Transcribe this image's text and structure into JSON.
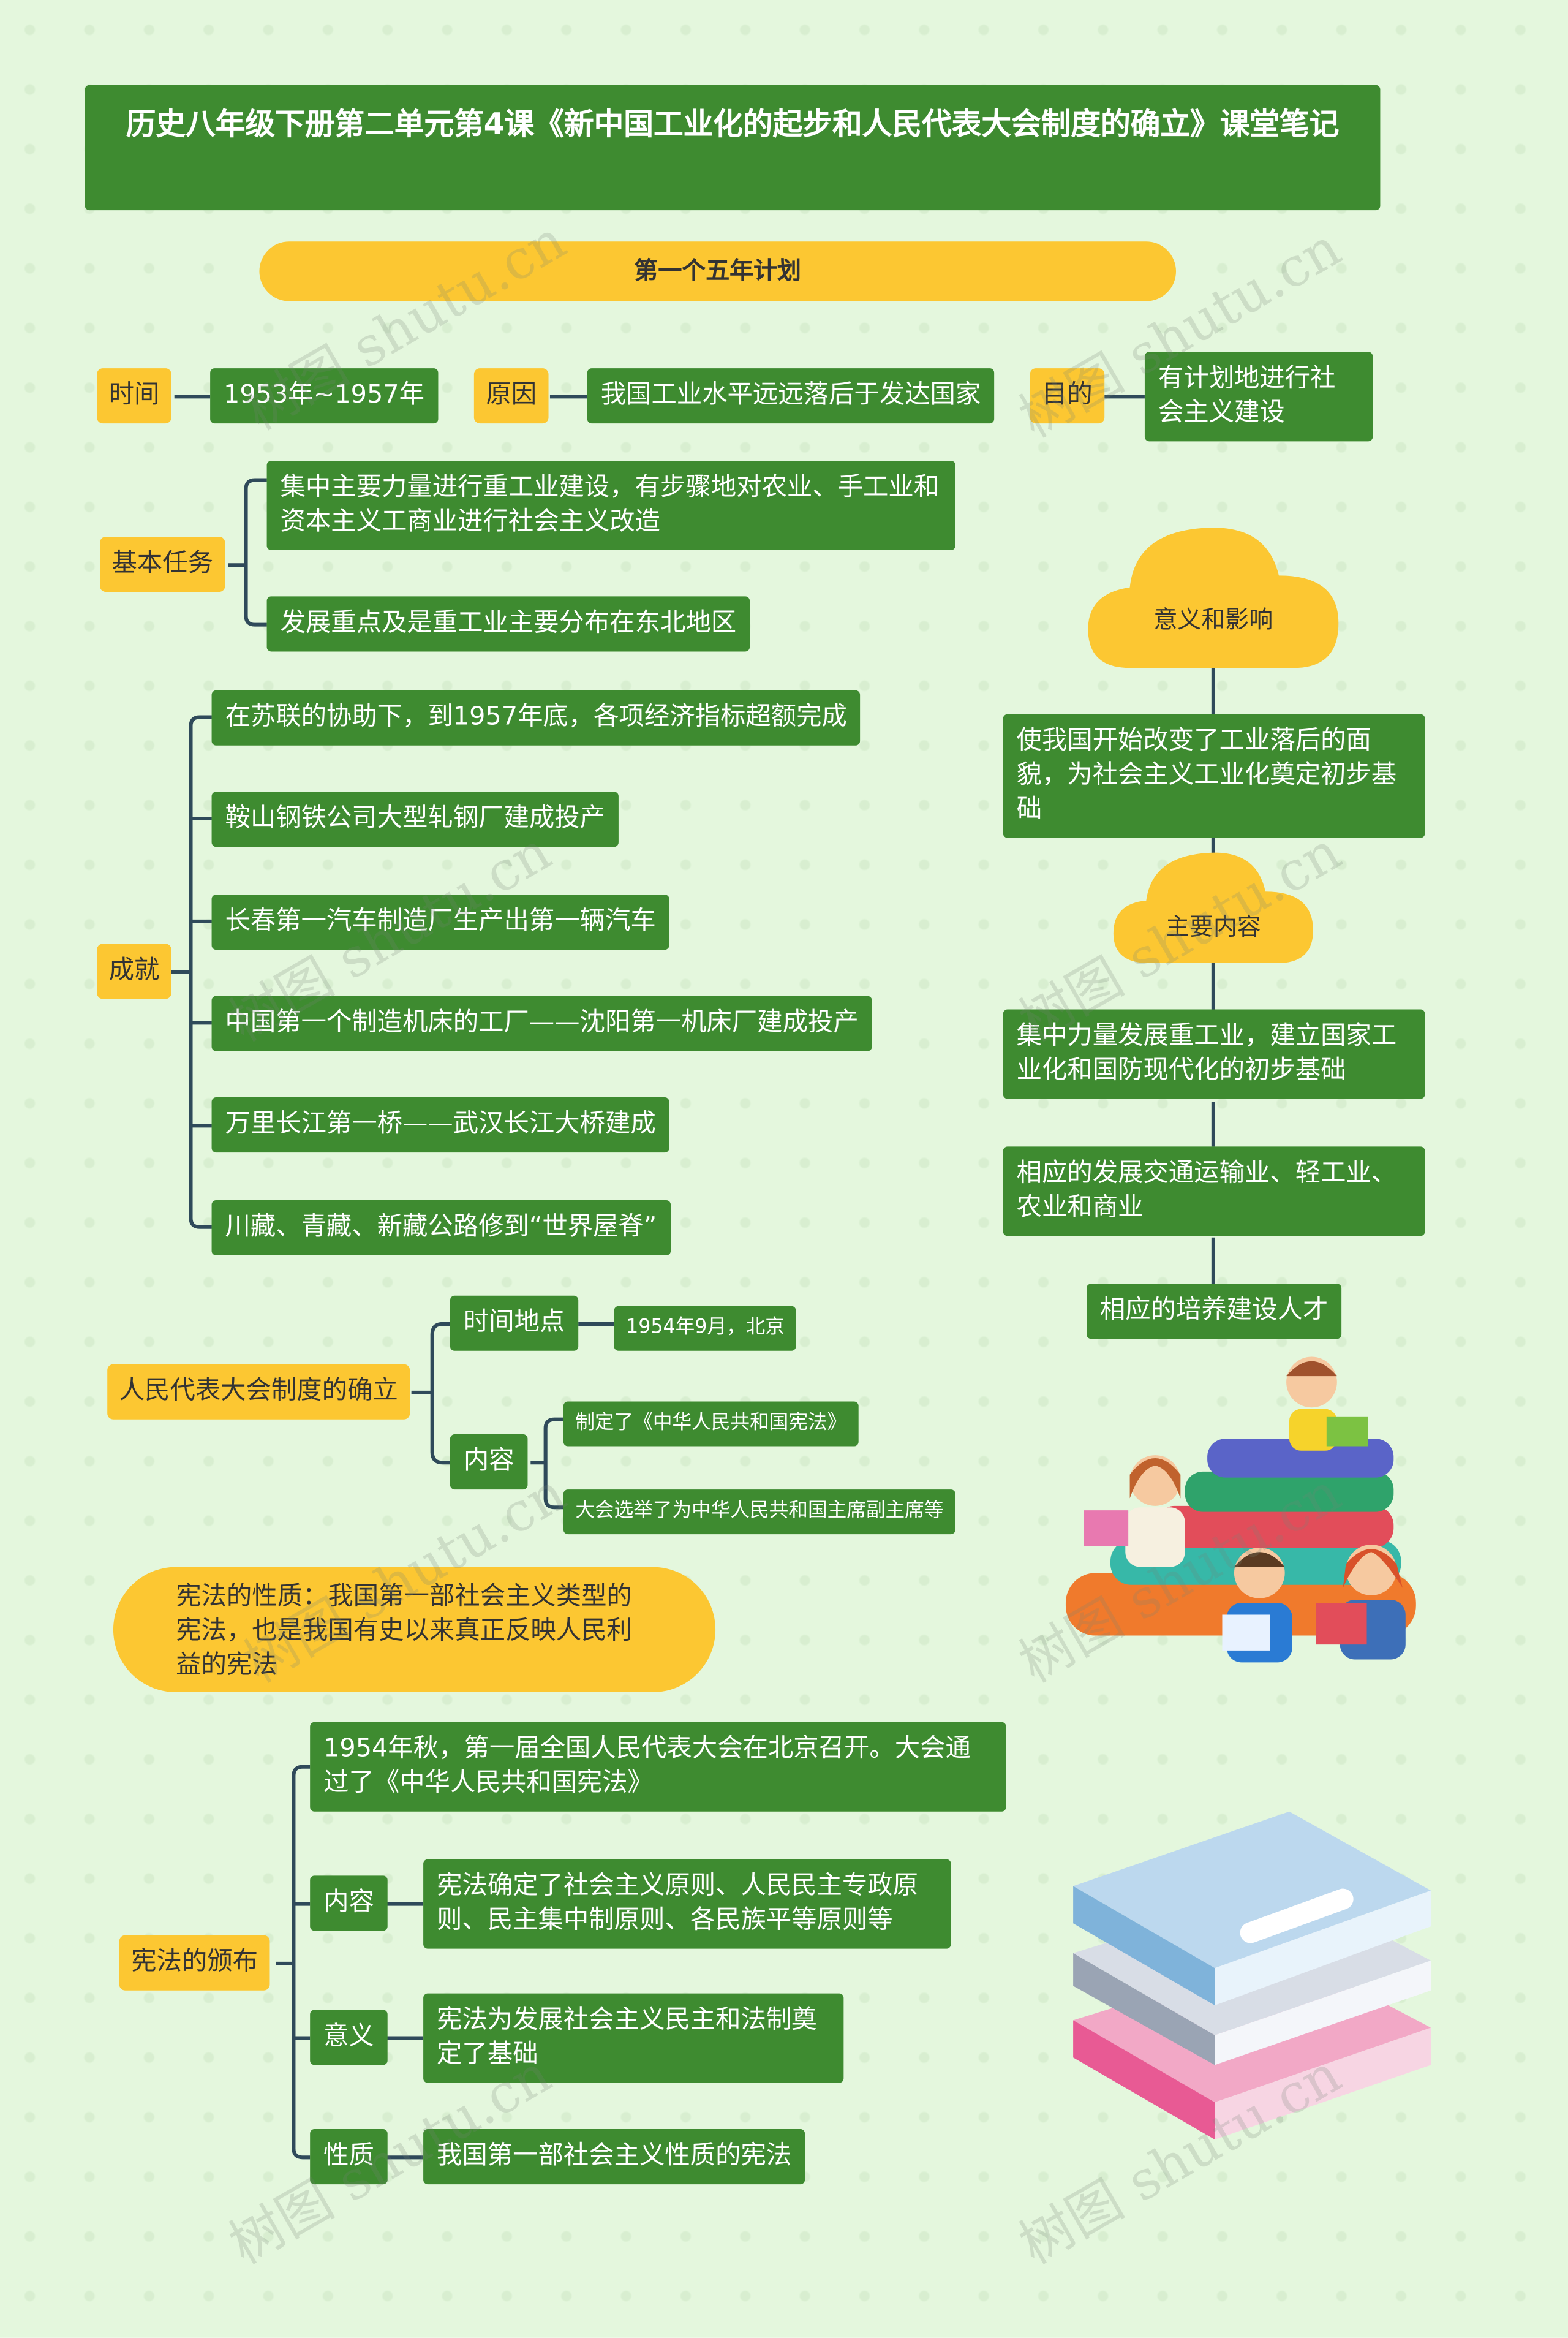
{
  "title": "历史八年级下册第二单元第4课《新中国工业化的起步和人民代表大会制度的确立》课堂笔记",
  "section1": {
    "label": "第一个五年计划",
    "time": {
      "label": "时间",
      "value": "1953年~1957年"
    },
    "reason": {
      "label": "原因",
      "value": "我国工业水平远远落后于发达国家"
    },
    "purpose": {
      "label": "目的",
      "value": "有计划地进行社会主义建设"
    },
    "tasks": {
      "label": "基本任务",
      "items": [
        "集中主要力量进行重工业建设，有步骤地对农业、手工业和资本主义工商业进行社会主义改造",
        "发展重点及是重工业主要分布在东北地区"
      ]
    },
    "achievements": {
      "label": "成就",
      "items": [
        "在苏联的协助下，到1957年底，各项经济指标超额完成",
        "鞍山钢铁公司大型轧钢厂建成投产",
        "长春第一汽车制造厂生产出第一辆汽车",
        "中国第一个制造机床的工厂——沈阳第一机床厂建成投产",
        "万里长江第一桥——武汉长江大桥建成",
        "川藏、青藏、新藏公路修到“世界屋脊”"
      ]
    },
    "significance": {
      "label": "意义和影响",
      "value": "使我国开始改变了工业落后的面貌，为社会主义工业化奠定初步基础"
    },
    "main_content": {
      "label": "主要内容",
      "items": [
        "集中力量发展重工业，建立国家工业化和国防现代化的初步基础",
        "相应的发展交通运输业、轻工业、农业和商业",
        "相应的培养建设人才"
      ]
    }
  },
  "section2": {
    "label": "人民代表大会制度的确立",
    "time_place": {
      "label": "时间地点",
      "value": "1954年9月，北京"
    },
    "content": {
      "label": "内容",
      "items": [
        "制定了《中华人民共和国宪法》",
        "大会选举了为中华人民共和国主席副主席等"
      ]
    }
  },
  "constitution_nature_note": "宪法的性质：我国第一部社会主义类型的宪法，也是我国有史以来真正反映人民利益的宪法",
  "section3": {
    "label": "宪法的颁布",
    "intro": "1954年秋，第一届全国人民代表大会在北京召开。大会通过了《中华人民共和国宪法》",
    "content": {
      "label": "内容",
      "value": "宪法确定了社会主义原则、人民民主专政原则、民主集中制原则、各民族平等原则等"
    },
    "meaning": {
      "label": "意义",
      "value": "宪法为发展社会主义民主和法制奠定了基础"
    },
    "nature": {
      "label": "性质",
      "value": "我国第一部社会主义性质的宪法"
    }
  },
  "watermark": "树图 shutu.cn",
  "colors": {
    "green": "#3e8b30",
    "yellow": "#fcc732",
    "background": "#e4f7dd",
    "line": "#2f4a5a"
  }
}
